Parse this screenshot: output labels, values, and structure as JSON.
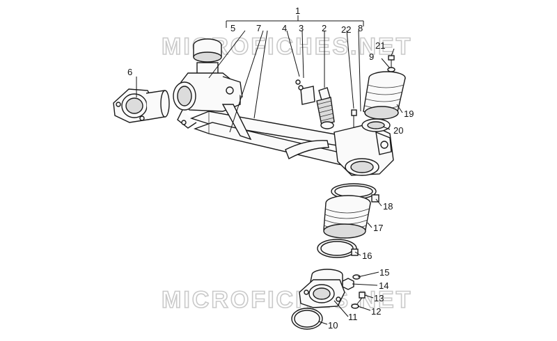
{
  "watermarks": [
    "MICROFICHES.NET",
    "MICROFICHES.NET"
  ],
  "callouts": {
    "c1": "1",
    "c2": "2",
    "c3": "3",
    "c4": "4",
    "c5": "5",
    "c6": "6",
    "c7": "7",
    "c8": "8",
    "c9": "9",
    "c10": "10",
    "c11": "11",
    "c12": "12",
    "c13": "13",
    "c14": "14",
    "c15": "15",
    "c16": "16",
    "c17": "17",
    "c18": "18",
    "c19": "19",
    "c20": "20",
    "c21": "21",
    "c22": "22"
  }
}
